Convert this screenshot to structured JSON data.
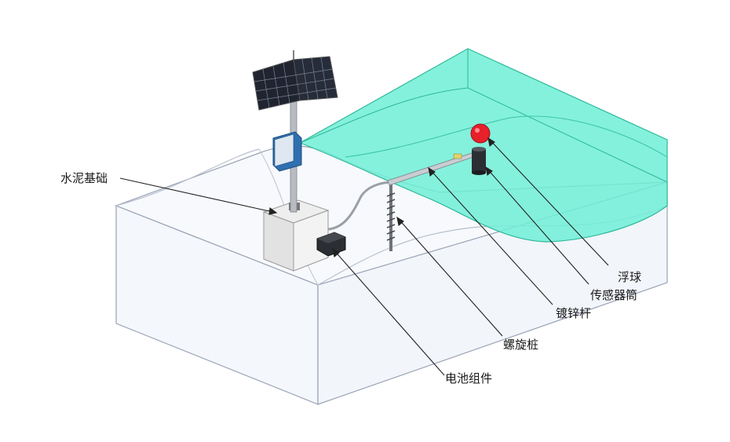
{
  "labels": {
    "foundation": "水泥基础",
    "float": "浮球",
    "sensor": "传感器筒",
    "rod": "镀锌杆",
    "pile": "螺旋桩",
    "battery": "电池组件"
  },
  "colors": {
    "water": "#6fefd6",
    "water_edge": "#2fb89a",
    "ground_edge": "#9aa3b5",
    "float": "#e8202a",
    "box": "#2f6fb0",
    "panel": "#1f2430"
  }
}
